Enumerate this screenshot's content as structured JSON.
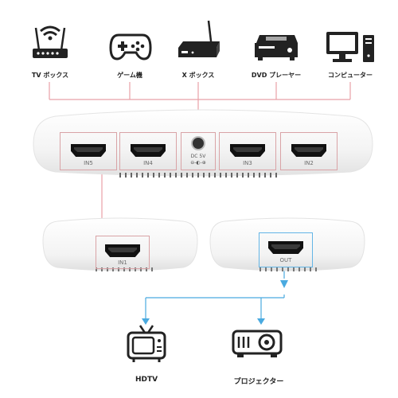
{
  "sources": [
    {
      "label": "TV ボックス",
      "icon": "router-icon"
    },
    {
      "label": "ゲーム機",
      "icon": "gamepad-icon"
    },
    {
      "label": "X ボックス",
      "icon": "set-top-box-icon"
    },
    {
      "label": "DVD プレーヤー",
      "icon": "dvd-player-icon"
    },
    {
      "label": "コンピューター",
      "icon": "computer-icon"
    }
  ],
  "switch_ports": [
    "IN5",
    "IN4",
    "IN3",
    "IN2"
  ],
  "dc": {
    "label": "DC 5V",
    "symbol": "⊖-◐-⊕"
  },
  "device_left": {
    "port": "IN1"
  },
  "device_right": {
    "port": "OUT"
  },
  "outputs": [
    {
      "label": "HDTV",
      "icon": "tv-icon"
    },
    {
      "label": "プロジェクター",
      "icon": "projector-icon"
    }
  ],
  "colors": {
    "input_line": "#e8a0a6",
    "output_line": "#4aaae0"
  }
}
